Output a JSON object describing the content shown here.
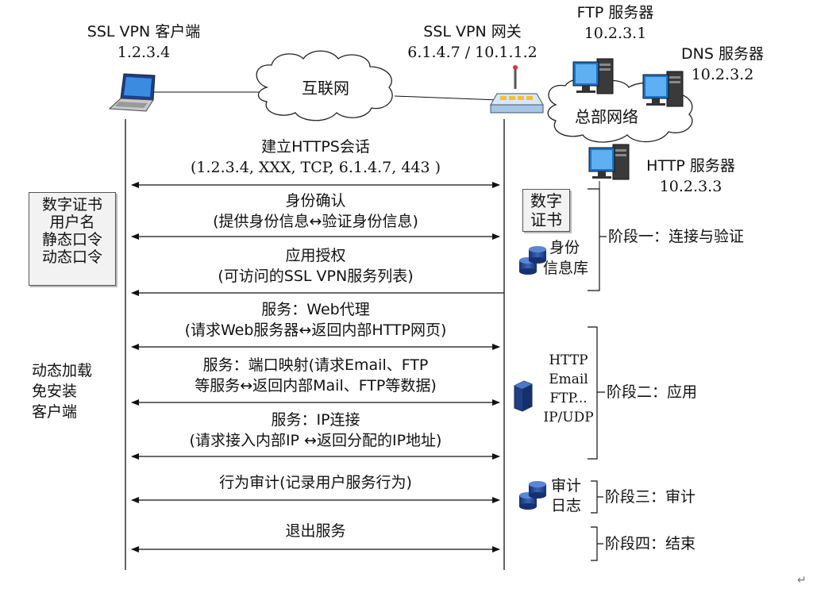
{
  "nodes": {
    "client_name": "SSL VPN 客户端",
    "client_ip": "1.2.3.4",
    "internet": "互联网",
    "gateway_name": "SSL VPN 网关",
    "gateway_ip": "6.1.4.7 / 10.1.1.2",
    "ftp_name": "FTP 服务器",
    "ftp_ip": "10.2.3.1",
    "dns_name": "DNS 服务器",
    "dns_ip": "10.2.3.2",
    "hq_network": "总部网络",
    "http_name": "HTTP 服务器",
    "http_ip": "10.2.3.3"
  },
  "client_box": [
    "数字证书",
    "用户名",
    "静态口令",
    "动态口令"
  ],
  "client_note": [
    "动态加载",
    "免安装",
    "客户端"
  ],
  "messages": [
    {
      "line1": "建立HTTPS会话",
      "line2": "(1.2.3.4, XXX, TCP,  6.1.4.7, 443 )"
    },
    {
      "line1": "身份确认",
      "line2": "(提供身份信息↔验证身份信息)"
    },
    {
      "line1": "应用授权",
      "line2": "(可访问的SSL VPN服务列表)"
    },
    {
      "line1": "服务：Web代理",
      "line2": "(请求Web服务器↔返回内部HTTP网页)"
    },
    {
      "line1": "服务：端口映射(请求Email、FTP",
      "line2": "等服务↔返回内部Mail、FTP等数据)"
    },
    {
      "line1": "服务：IP连接",
      "line2": "(请求接入内部IP ↔返回分配的IP地址)"
    },
    {
      "line1": "行为审计(记录用户服务行为)"
    },
    {
      "line1": "退出服务"
    }
  ],
  "gateway_side": {
    "cert_box": [
      "数字",
      "证书"
    ],
    "identity_db": [
      "身份",
      "信息库"
    ],
    "protocols": [
      "HTTP",
      "Email",
      "FTP...",
      "IP/UDP"
    ],
    "audit_log": [
      "审计",
      "日志"
    ]
  },
  "phases": [
    "阶段一：连接与验证",
    "阶段二：应用",
    "阶段三：审计",
    "阶段四：结束"
  ],
  "colors": {
    "monitor_blue": "#1a73c8",
    "db_blue": "#1f3f86",
    "router_body": "#cfe3f7",
    "router_lights": "#f2c12e"
  }
}
